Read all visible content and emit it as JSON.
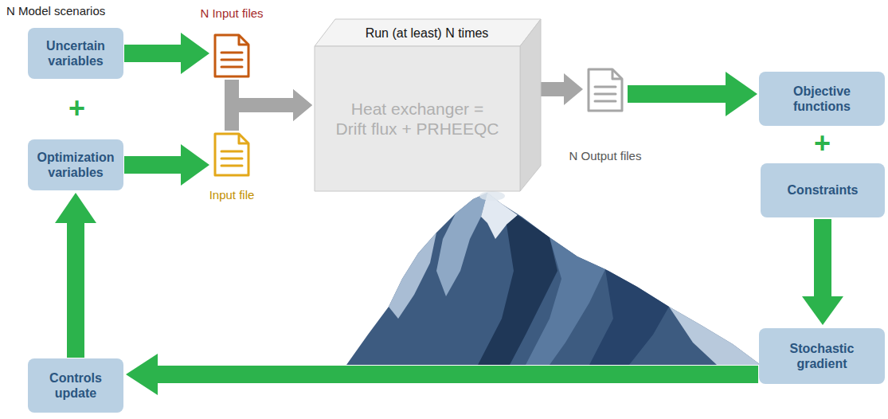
{
  "diagram": {
    "nodes": [
      {
        "text": [
          "Uncertain variables"
        ]
      },
      {
        "text": [
          "Optimization variables"
        ]
      },
      {
        "text": [
          "N Input files"
        ]
      },
      {
        "text": [
          "Input file"
        ]
      },
      {
        "text": [
          "Run (at least) N times",
          "Heat exchanger = Drift flux + PRHEEQC"
        ]
      },
      {
        "text": [
          "N Output files"
        ]
      },
      {
        "text": [
          "Objective functions"
        ]
      },
      {
        "text": [
          "Constraints"
        ]
      },
      {
        "text": [
          "Stochastic gradient"
        ]
      },
      {
        "text": [
          "Controls update"
        ]
      }
    ],
    "edges": [
      {
        "from": 0,
        "to": 2,
        "arrow": "to"
      },
      {
        "from": 1,
        "to": 3,
        "arrow": "to"
      },
      {
        "from": 2,
        "to": 4,
        "arrow": "to"
      },
      {
        "from": 3,
        "to": 4,
        "arrow": "to"
      },
      {
        "from": 4,
        "to": 5,
        "arrow": "to"
      },
      {
        "from": 5,
        "to": 6,
        "arrow": "to"
      },
      {
        "from": 7,
        "to": 8,
        "arrow": "to"
      },
      {
        "from": 8,
        "to": 9,
        "arrow": "to"
      },
      {
        "from": 9,
        "to": 1,
        "arrow": "to"
      }
    ],
    "labels": [
      "N Model scenarios",
      "+",
      "+"
    ]
  }
}
